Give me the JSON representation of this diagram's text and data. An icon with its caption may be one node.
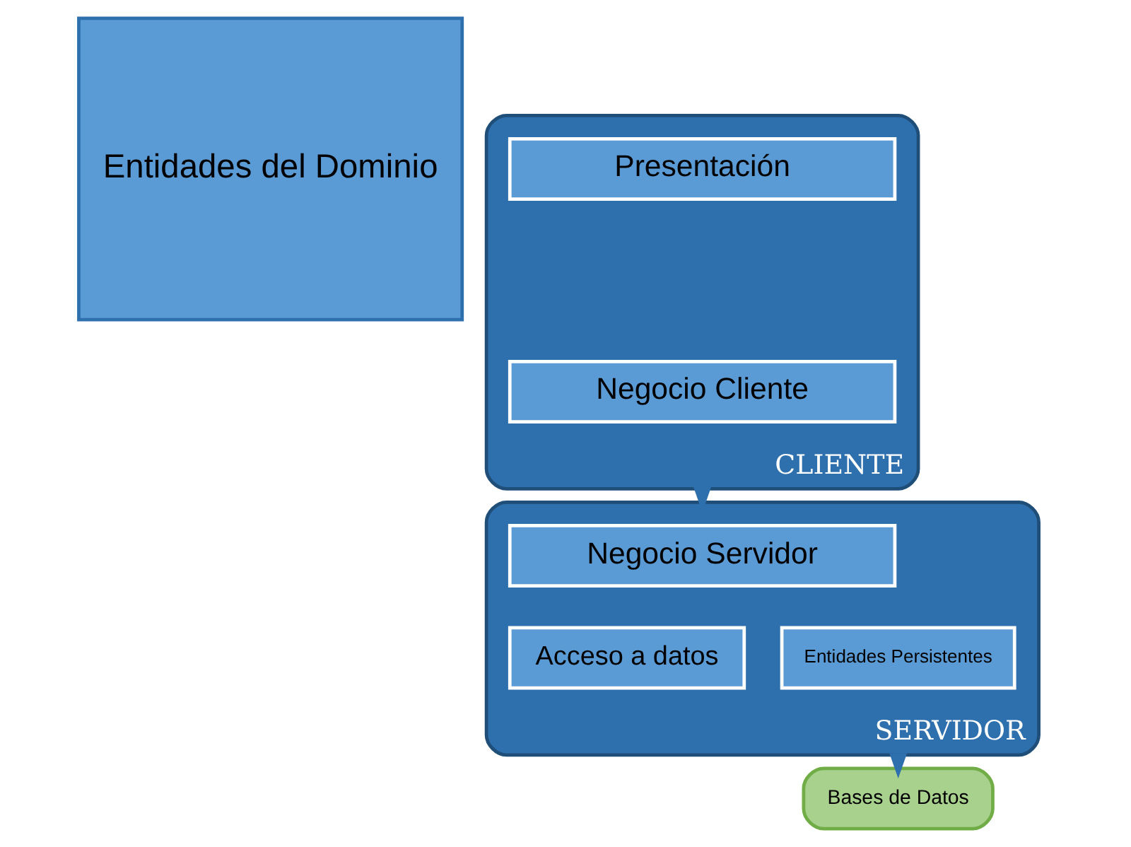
{
  "diagram": {
    "nodes": [
      {
        "text": [
          "Entidades del Dominio"
        ]
      },
      {
        "text": [
          "CLIENTE"
        ]
      },
      {
        "text": [
          "Presentación"
        ],
        "in": 1
      },
      {
        "text": [
          "Negocio Cliente"
        ],
        "in": 1
      },
      {
        "text": [
          "SERVIDOR"
        ]
      },
      {
        "text": [
          "Negocio Servidor"
        ],
        "in": 4
      },
      {
        "text": [
          "Acceso a datos"
        ],
        "in": 4
      },
      {
        "text": [
          "Entidades Persistentes"
        ],
        "in": 4
      },
      {
        "text": [
          "Bases de Datos"
        ]
      }
    ],
    "edges": [
      {
        "from": 1,
        "to": 4,
        "arrow": "to"
      },
      {
        "from": 4,
        "to": 8,
        "arrow": "to"
      }
    ]
  }
}
